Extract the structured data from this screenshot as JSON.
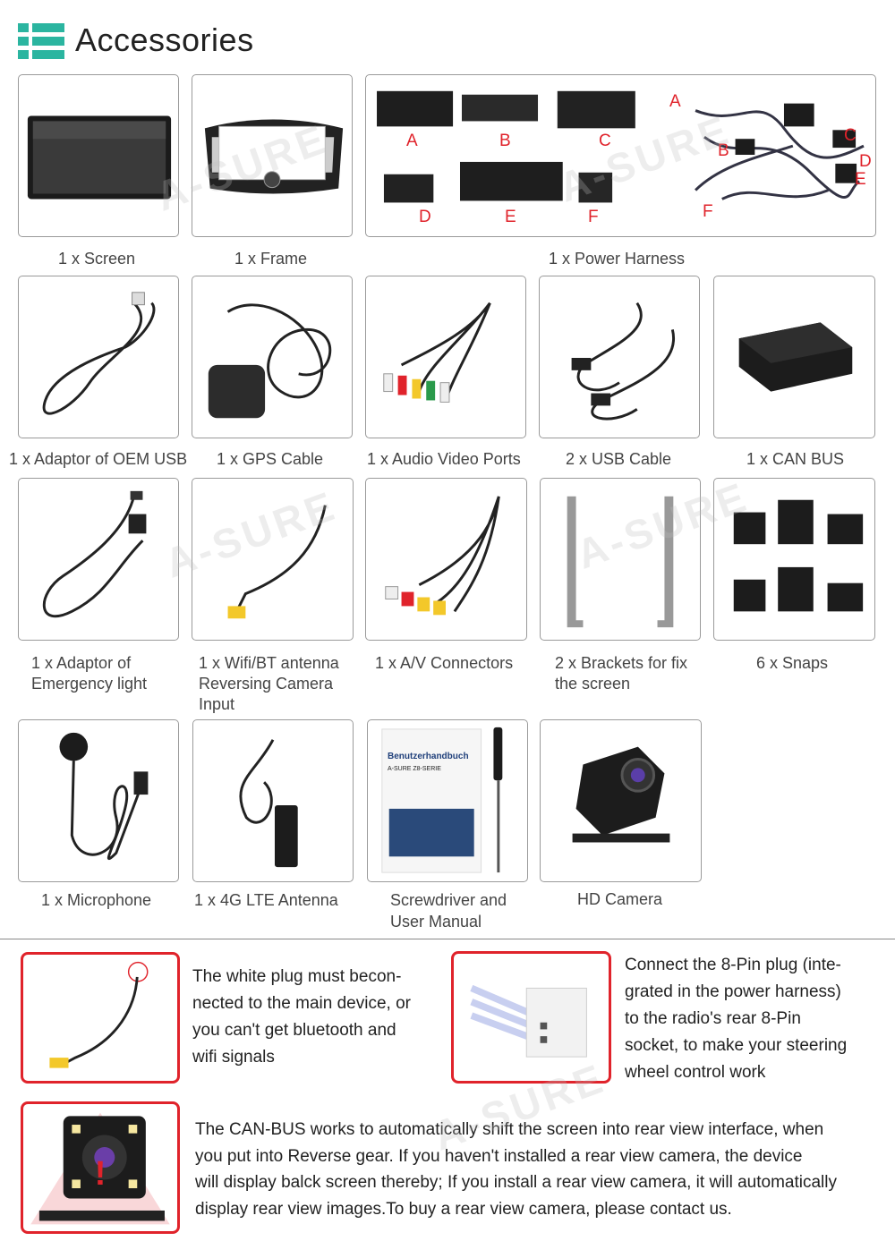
{
  "header": {
    "title": "Accessories",
    "icon": "list-icon",
    "accent": "#2bb5a0"
  },
  "captions": {
    "screen": "1 x Screen",
    "frame": "1 x Frame",
    "power_harness": "1 x Power Harness",
    "oem_usb": "1 x Adaptor of OEM USB",
    "gps": "1 x GPS Cable",
    "av_ports": "1 x Audio Video Ports",
    "usb": "2 x USB Cable",
    "canbus": "1 x CAN BUS",
    "emergency_1": "1 x Adaptor of",
    "emergency_2": "Emergency light",
    "wifi_1": "1 x Wifi/BT antenna",
    "wifi_2": "Reversing Camera",
    "wifi_3": "Input",
    "av_conn": "1 x A/V Connectors",
    "brackets_1": "2 x Brackets for fix",
    "brackets_2": "the screen",
    "snaps": "6 x Snaps",
    "mic": "1 x Microphone",
    "lte": "1 x 4G LTE Antenna",
    "manual_1": "Screwdriver and",
    "manual_2": "User Manual",
    "camera": "HD Camera"
  },
  "harness_labels": [
    "A",
    "B",
    "C",
    "D",
    "E",
    "F"
  ],
  "manual": {
    "title": "Benutzerhandbuch",
    "subtitle": "A-SURE Z8-SERIE"
  },
  "notes": {
    "white_plug": [
      "The white plug must becon-",
      "nected to the main device, or",
      "you can't get bluetooth and",
      "wifi signals"
    ],
    "pin_plug": [
      "Connect the 8-Pin plug (inte-",
      "grated in the power harness)",
      "to the radio's rear 8-Pin",
      "socket, to make your steering",
      "wheel control work"
    ],
    "canbus": [
      "The CAN-BUS works to automatically shift the screen into rear view interface, when",
      "you put into Reverse gear. If you haven't installed a rear view camera, the device",
      "will display balck screen thereby; If you install a rear view camera, it will automatically",
      "display rear view images.To buy a rear view camera, please contact us."
    ]
  },
  "watermark": "A-SURE",
  "colors": {
    "highlight_border": "#e0232b",
    "label": "#e0232b"
  }
}
